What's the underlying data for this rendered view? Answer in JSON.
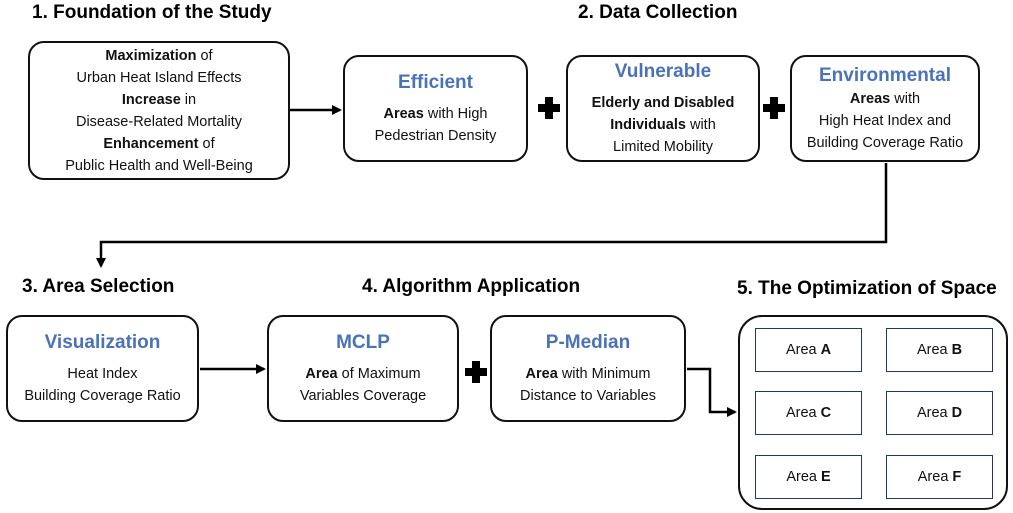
{
  "sections": {
    "s1": "1. Foundation of the Study",
    "s2": "2. Data Collection",
    "s3": "3. Area Selection",
    "s4": "4. Algorithm Application",
    "s5": "5. The Optimization of Space"
  },
  "foundation": {
    "l1_bold": "Maximization",
    "l1_rest": " of",
    "l2": "Urban Heat Island Effects",
    "l3_bold": "Increase",
    "l3_rest": " in",
    "l4": "Disease-Related Mortality",
    "l5_bold": "Enhancement",
    "l5_rest": " of",
    "l6": "Public Health and Well-Being"
  },
  "efficient": {
    "title": "Efficient",
    "l1_bold": "Areas",
    "l1_rest": " with High",
    "l2": "Pedestrian Density"
  },
  "vulnerable": {
    "title": "Vulnerable",
    "l1": "Elderly and Disabled",
    "l2_bold": "Individuals",
    "l2_rest": " with",
    "l3": "Limited Mobility"
  },
  "environmental": {
    "title": "Environmental",
    "l1_bold": "Areas",
    "l1_rest": " with",
    "l2": "High Heat Index and",
    "l3": "Building Coverage Ratio"
  },
  "visualization": {
    "title": "Visualization",
    "l1": "Heat Index",
    "l2": "Building Coverage Ratio"
  },
  "mclp": {
    "title": "MCLP",
    "l1_bold": "Area",
    "l1_rest": " of Maximum",
    "l2": "Variables Coverage"
  },
  "pmedian": {
    "title": "P-Median",
    "l1_bold": "Area",
    "l1_rest": " with Minimum",
    "l2": "Distance to Variables"
  },
  "areas": {
    "prefix": "Area",
    "a": "A",
    "b": "B",
    "c": "C",
    "d": "D",
    "e": "E",
    "f": "F"
  }
}
